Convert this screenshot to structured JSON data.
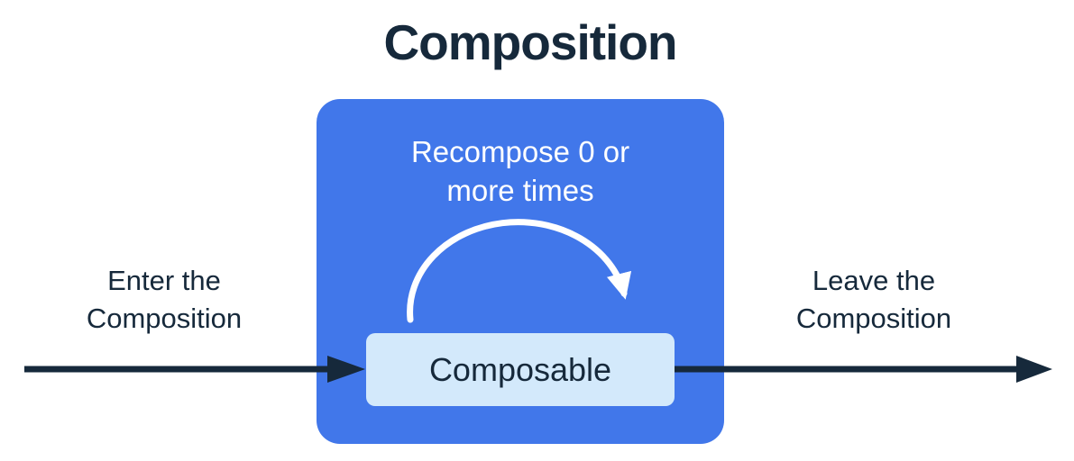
{
  "title": "Composition",
  "labels": {
    "recompose": "Recompose 0 or\nmore times",
    "composable": "Composable",
    "enter": "Enter the\nComposition",
    "leave": "Leave the\nComposition"
  },
  "colors": {
    "background": "#FFFFFF",
    "composition_box": "#4177EA",
    "composable_box": "#D3E9FB",
    "dark_navy": "#16293B",
    "white_stroke": "#FFFFFF"
  }
}
